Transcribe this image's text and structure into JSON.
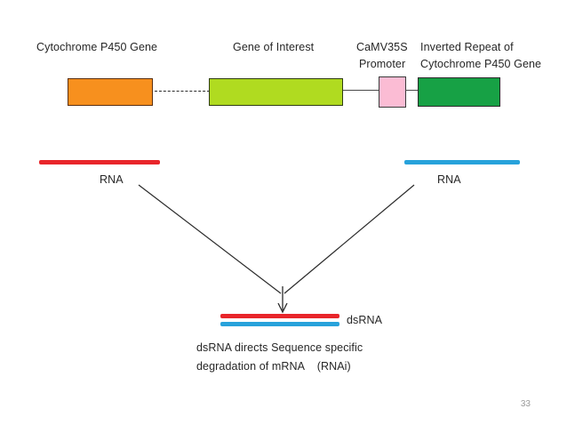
{
  "slide": {
    "page_number": "33",
    "background_color": "#ffffff"
  },
  "construct": {
    "labels": {
      "cytochrome_p450_gene": "Cytochrome P450 Gene",
      "gene_of_interest": "Gene of Interest",
      "promoter_line1": "CaMV35S",
      "promoter_line2": "Promoter",
      "inverted_repeat_line1": "Inverted Repeat of",
      "inverted_repeat_line2": "Cytochrome P450 Gene"
    },
    "elements": [
      {
        "name": "cytochrome-p450-gene-box",
        "color": "#F7901E"
      },
      {
        "name": "gene-of-interest-box",
        "color": "#B0DB20"
      },
      {
        "name": "camv35s-promoter-box",
        "color": "#FBBCD4"
      },
      {
        "name": "inverted-repeat-box",
        "color": "#17A145"
      }
    ],
    "connector_dashed": true
  },
  "transcripts": {
    "left_rna_label": "RNA",
    "left_rna_color": "#E8252A",
    "right_rna_label": "RNA",
    "right_rna_color": "#27A2DB"
  },
  "product": {
    "dsrna_label": "dsRNA",
    "dsrna_top_color": "#E8252A",
    "dsrna_bottom_color": "#27A2DB",
    "caption_line1": "dsRNA directs Sequence specific",
    "caption_line2": "degradation of mRNA    (RNAi)"
  }
}
